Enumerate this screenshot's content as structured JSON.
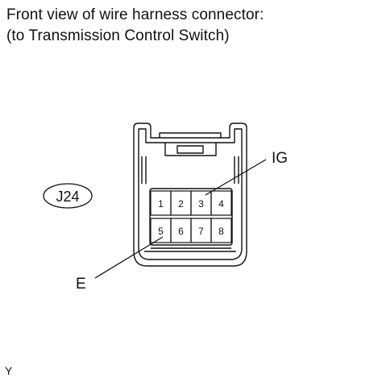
{
  "title": {
    "line1": "Front view of wire harness connector:",
    "line2": "(to Transmission Control Switch)"
  },
  "connector": {
    "code": "J24",
    "pins_top": [
      "1",
      "2",
      "3",
      "4"
    ],
    "pins_bottom": [
      "5",
      "6",
      "7",
      "8"
    ]
  },
  "callouts": {
    "ig_label": "IG",
    "ig_pin": "3",
    "e_label": "E",
    "e_pin": "5"
  },
  "footer": {
    "code": "Y"
  }
}
